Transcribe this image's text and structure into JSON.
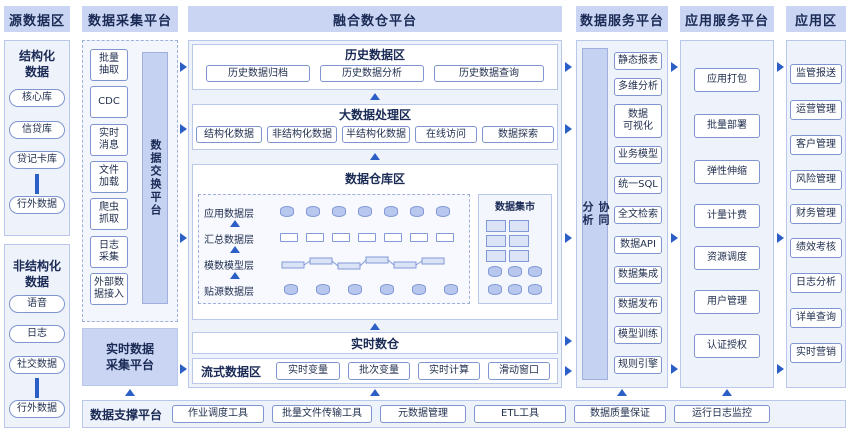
{
  "headers": {
    "source": "源数据区",
    "collect": "数据采集平台",
    "fusion": "融合数仓平台",
    "service": "数据服务平台",
    "app_service": "应用服务平台",
    "app": "应用区"
  },
  "source": {
    "structured_title": "结构化\n数据",
    "structured_items": [
      "核心库",
      "信贷库",
      "贷记卡库"
    ],
    "structured_outer": "行外数据",
    "unstructured_title": "非结构化\n数据",
    "unstructured_items": [
      "语音",
      "日志",
      "社交数据"
    ],
    "unstructured_outer": "行外数据"
  },
  "collect": {
    "items": [
      "批量\n抽取",
      "CDC",
      "实时\n消息",
      "文件\n加载",
      "爬虫\n抓取",
      "日志\n采集",
      "外部数\n据接入"
    ],
    "exchange": "数据交换平台",
    "realtime": "实时数据\n采集平台"
  },
  "fusion": {
    "history_title": "历史数据区",
    "history_items": [
      "历史数据归档",
      "历史数据分析",
      "历史数据查询"
    ],
    "bigdata_title": "大数据处理区",
    "bigdata_items": [
      "结构化数据",
      "非结构化数据",
      "半结构化数据",
      "在线访问",
      "数据探索"
    ],
    "warehouse_title": "数据仓库区",
    "warehouse_layers": [
      "应用数据层",
      "汇总数据层",
      "模数模型层",
      "贴源数据层"
    ],
    "datamart_title": "数据集市",
    "realtime_title": "实时数仓",
    "stream_title": "流式数据区",
    "stream_items": [
      "实时变量",
      "批次变量",
      "实时计算",
      "滑动窗口"
    ]
  },
  "service": {
    "collab": "协同\n分析",
    "items": [
      "静态报表",
      "多维分析",
      "数据\n可视化",
      "业务模型",
      "统一SQL",
      "全文检索",
      "数据API",
      "数据集成",
      "数据发布",
      "模型训练",
      "规则引擎"
    ]
  },
  "app_service": {
    "items": [
      "应用打包",
      "批量部署",
      "弹性伸缩",
      "计量计费",
      "资源调度",
      "用户管理",
      "认证授权"
    ]
  },
  "app": {
    "items": [
      "监管报送",
      "运营管理",
      "客户管理",
      "风险管理",
      "财务管理",
      "绩效考核",
      "日志分析",
      "详单查询",
      "实时营销"
    ]
  },
  "support": {
    "title": "数据支撑平台",
    "items": [
      "作业调度工具",
      "批量文件传输工具",
      "元数据管理",
      "ETL工具",
      "数据质量保证",
      "运行日志监控"
    ]
  },
  "colors": {
    "accent": "#2b5fc6",
    "header_bg": "#c9d5f2",
    "panel_bg": "#eef2fb"
  }
}
